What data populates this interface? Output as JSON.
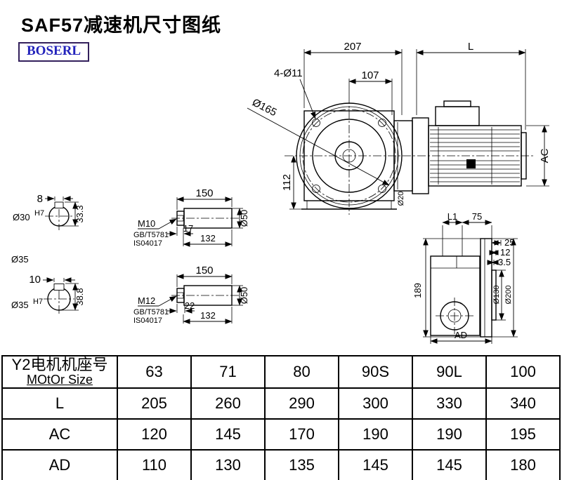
{
  "page": {
    "title": "SAF57减速机尺寸图纸",
    "logo": "BOSERL"
  },
  "drawing": {
    "main": {
      "dim_width": "207",
      "dim_motor_len": "L",
      "dim_107": "107",
      "holes_label": "4-Ø11",
      "flange_dia": "Ø165",
      "dim_112": "112",
      "dim_ac": "AC",
      "dim_d20": "Ø20"
    },
    "shaft30": {
      "key_width": "8",
      "dia": "Ø30",
      "tol": "H7",
      "key_height": "33.3"
    },
    "shaft35": {
      "dia_label": "Ø35",
      "key_width": "10",
      "dia": "Ø35",
      "tol": "H7",
      "key_height": "38.8"
    },
    "shaft_view_1": {
      "length": "150",
      "thread": "M10",
      "std1": "GB/T5781",
      "std2": "IS04017",
      "dim_17": "17",
      "dim_132": "132",
      "dia": "Ø50"
    },
    "shaft_view_2": {
      "length": "150",
      "thread": "M12",
      "std1": "GB/T5781",
      "std2": "IS04017",
      "dim_22": "22",
      "dim_132": "132",
      "dia": "Ø50"
    },
    "side_view": {
      "dim_l1": "L1",
      "dim_75": "75",
      "dim_25": "25",
      "dim_12": "12",
      "dim_3_5": "3.5",
      "dim_189": "189",
      "dia_130": "Ø130",
      "dia_200": "Ø200",
      "dim_ad": "AD"
    }
  },
  "table": {
    "header": {
      "line1": "Y2电机机座号",
      "line2": "MOtOr Size"
    },
    "sizes": [
      "63",
      "71",
      "80",
      "90S",
      "90L",
      "100"
    ],
    "rows": [
      {
        "label": "L",
        "values": [
          "205",
          "260",
          "290",
          "300",
          "330",
          "340"
        ]
      },
      {
        "label": "AC",
        "values": [
          "120",
          "145",
          "170",
          "190",
          "190",
          "195"
        ]
      },
      {
        "label": "AD",
        "values": [
          "110",
          "130",
          "135",
          "145",
          "145",
          "180"
        ]
      }
    ]
  }
}
